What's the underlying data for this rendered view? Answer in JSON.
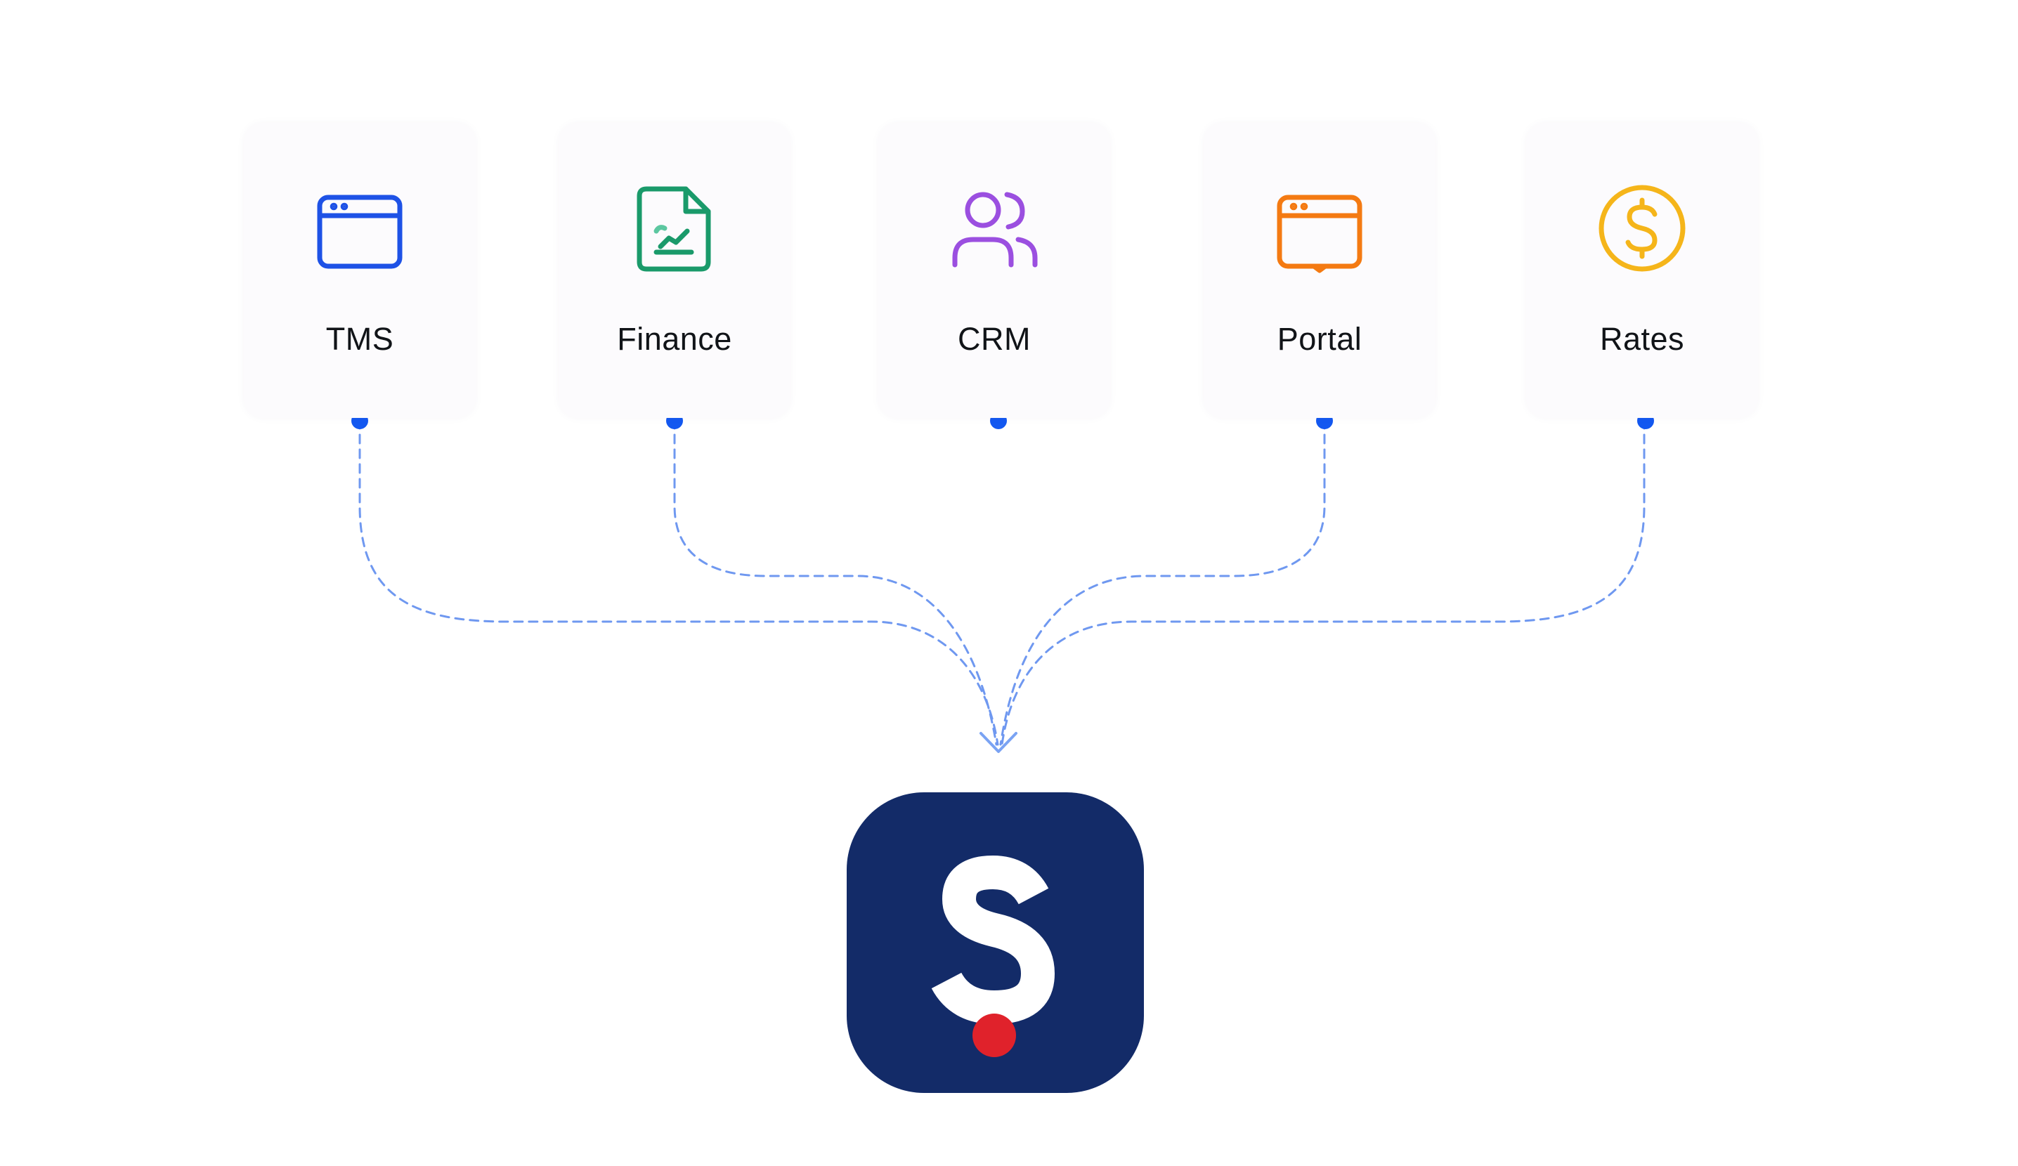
{
  "sources": [
    {
      "id": "tms",
      "label": "TMS",
      "icon": "browser-window-icon",
      "color": "#1e52e6"
    },
    {
      "id": "finance",
      "label": "Finance",
      "icon": "document-chart-icon",
      "color": "#1a9a6a"
    },
    {
      "id": "crm",
      "label": "CRM",
      "icon": "users-icon",
      "color": "#9b4fe0"
    },
    {
      "id": "portal",
      "label": "Portal",
      "icon": "browser-window-icon",
      "color": "#f47a12"
    },
    {
      "id": "rates",
      "label": "Rates",
      "icon": "dollar-circle-icon",
      "color": "#f5b51a"
    }
  ],
  "connector_color": "#6a95f0",
  "node_dot_color": "#1358f0",
  "target": {
    "icon": "app-logo-icon",
    "letter": "S",
    "background": "#132b68",
    "dot_color": "#e0222b"
  }
}
